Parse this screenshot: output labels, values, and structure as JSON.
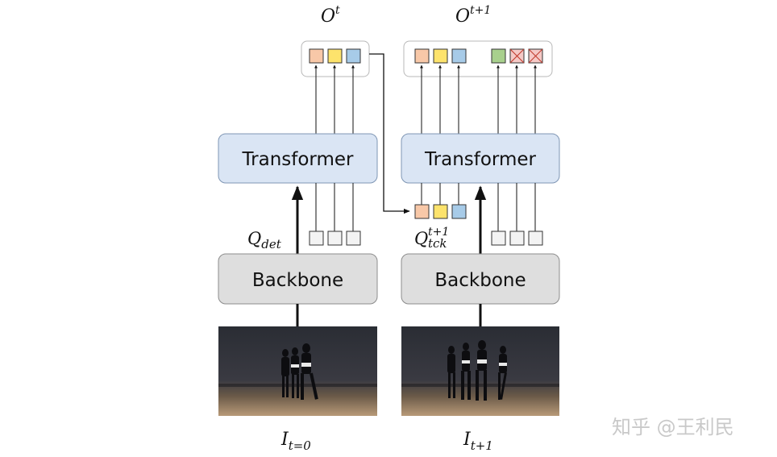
{
  "frames": [
    {
      "output_label": {
        "base": "O",
        "sup": "t"
      },
      "transformer_label": "Transformer",
      "backbone_label": "Backbone",
      "query_label": {
        "base": "Q",
        "sub": "det",
        "sup": ""
      },
      "image_label": {
        "base": "I",
        "sub": "t=0"
      },
      "output_tokens": [
        "salmon",
        "yellow",
        "blue"
      ]
    },
    {
      "output_label": {
        "base": "O",
        "sup": "t+1"
      },
      "transformer_label": "Transformer",
      "backbone_label": "Backbone",
      "query_label": {
        "base": "Q",
        "sub": "tck",
        "sup": "t+1"
      },
      "image_label": {
        "base": "I",
        "sub": "t+1"
      },
      "output_tokens": [
        "salmon",
        "yellow",
        "blue",
        "green",
        "crossed",
        "crossed"
      ]
    }
  ],
  "colors": {
    "salmon": "#f8c8a8",
    "yellow": "#fde36c",
    "blue": "#a7cbe8",
    "green": "#a8d08d",
    "crossed": "#f5c9c6",
    "transformer_fill": "#dae5f4",
    "backbone_fill": "#dedede"
  },
  "watermark": "知乎 @王利民"
}
